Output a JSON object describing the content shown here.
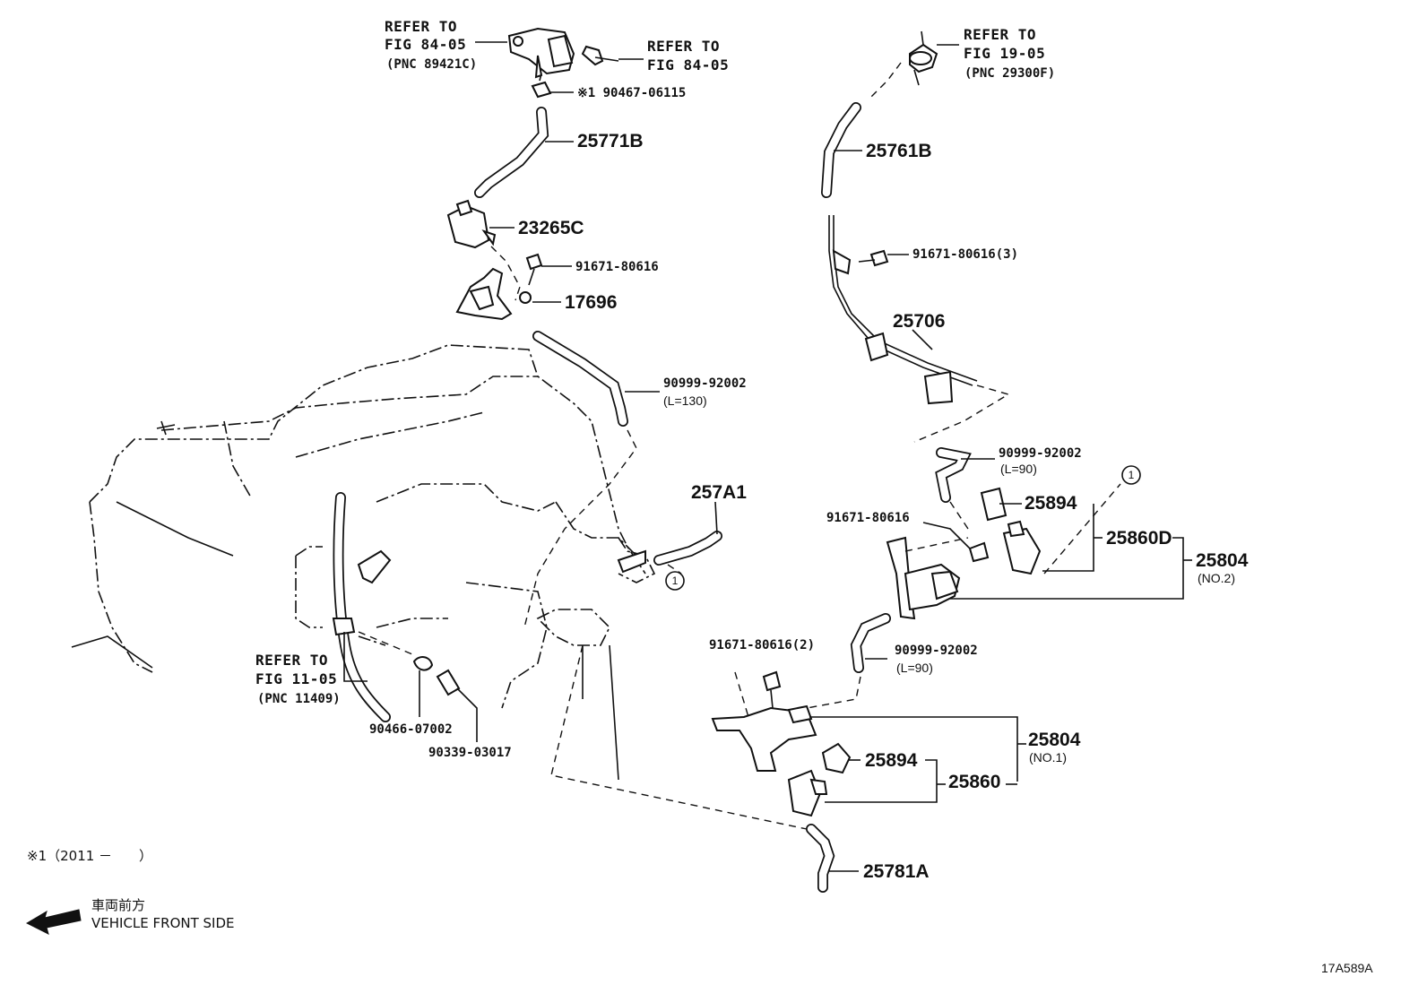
{
  "diagram": {
    "figure_code": "17A589A",
    "footnote": "※1（2011 －　　）",
    "direction": {
      "label_jp": "車両前方",
      "label_en": "VEHICLE FRONT SIDE"
    },
    "callouts": {
      "ref_84_05_a": {
        "line1": "REFER TO",
        "line2": "FIG 84-05",
        "line3": "(PNC 89421C)"
      },
      "ref_84_05_b": {
        "line1": "REFER TO",
        "line2": "FIG 84-05"
      },
      "ref_19_05": {
        "line1": "REFER TO",
        "line2": "FIG 19-05",
        "line3": "(PNC 29300F)"
      },
      "ref_11_05": {
        "line1": "REFER TO",
        "line2": "FIG 11-05",
        "line3": "(PNC 11409)"
      }
    },
    "parts": {
      "p_90467": "※1 90467-06115",
      "p_25771B": "25771B",
      "p_23265C": "23265C",
      "p_91671_a": "91671-80616",
      "p_17696": "17696",
      "p_90999_a": "90999-92002",
      "p_90999_a_sub": "(L=130)",
      "p_257A1": "257A1",
      "p_25761B": "25761B",
      "p_91671_3": "91671-80616(3)",
      "p_25706": "25706",
      "p_90999_b": "90999-92002",
      "p_90999_b_sub": "(L=90)",
      "p_25894_a": "25894",
      "p_91671_b": "91671-80616",
      "p_25860D": "25860D",
      "p_25804_2": "25804",
      "p_25804_2_sub": "(NO.2)",
      "p_91671_2": "91671-80616(2)",
      "p_90999_c": "90999-92002",
      "p_90999_c_sub": "(L=90)",
      "p_25804_1": "25804",
      "p_25804_1_sub": "(NO.1)",
      "p_25894_b": "25894",
      "p_25860": "25860",
      "p_25781A": "25781A",
      "p_90466": "90466-07002",
      "p_90339": "90339-03017",
      "circle_ref": "1"
    }
  }
}
